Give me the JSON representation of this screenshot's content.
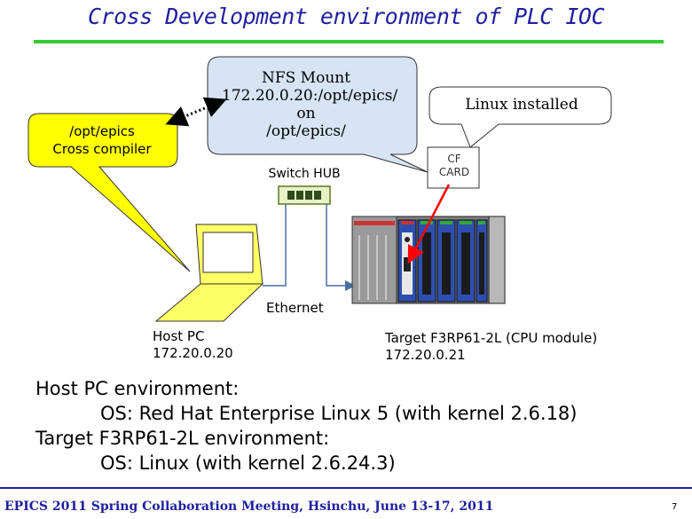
{
  "title": "Cross Development environment of PLC IOC",
  "callouts": {
    "nfs": [
      "NFS Mount",
      "172.20.0.20:/opt/epics/",
      "on",
      "/opt/epics/"
    ],
    "cross_compiler": [
      "/opt/epics",
      "Cross compiler"
    ],
    "linux_installed": "Linux installed",
    "cf_card": [
      "CF",
      "CARD"
    ]
  },
  "labels": {
    "switch_hub": "Switch HUB",
    "ethernet": "Ethernet",
    "host": [
      "Host PC",
      "172.20.0.20"
    ],
    "target": [
      "Target F3RP61-2L (CPU module)",
      "172.20.0.21"
    ]
  },
  "environment": [
    "Host PC environment:",
    "OS: Red Hat Enterprise Linux 5 (with kernel 2.6.18)",
    "Target F3RP61-2L environment:",
    "OS: Linux (with kernel 2.6.24.3)"
  ],
  "footer": "EPICS 2011 Spring Collaboration Meeting, Hsinchu, June 13-17, 2011",
  "page_number": "7",
  "colors": {
    "title": "#1f1f9f",
    "title_rule": "#33cc33",
    "nfs_callout": "#d6e4f5",
    "cross_compiler_callout": "#ffff00",
    "cf_card_arrow": "#ff0000",
    "laptop": "#ffff66"
  }
}
